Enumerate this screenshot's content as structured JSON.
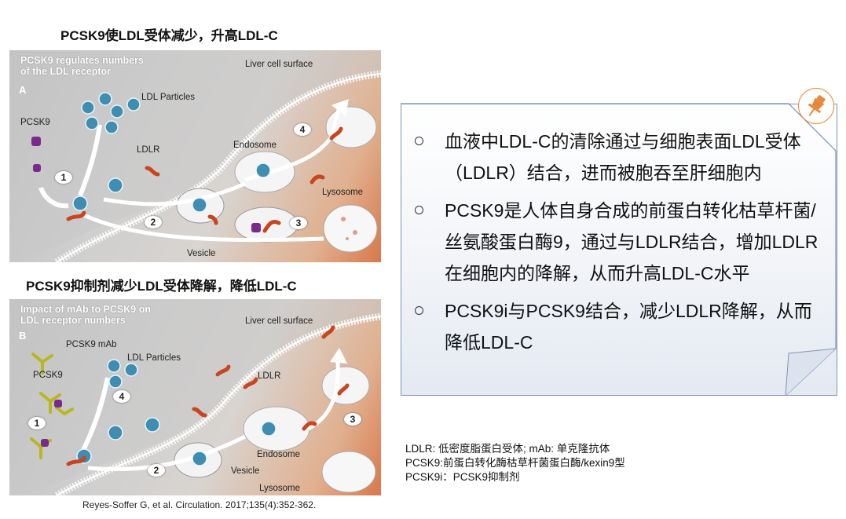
{
  "top_heading": "PCSK9使LDL受体减少，升高LDL-C",
  "bottom_heading": "PCSK9抑制剂减少LDL受体降解，降低LDL-C",
  "panel_a": {
    "title_line1": "PCSK9 regulates numbers",
    "title_line2": "of the LDL receptor",
    "letter": "A",
    "labels": {
      "liver_surface": "Liver cell surface",
      "ldl_particles": "LDL Particles",
      "pcsk9": "PCSK9",
      "ldlr": "LDLR",
      "endosome": "Endosome",
      "lysosome": "Lysosome",
      "vesicle": "Vesicle"
    },
    "steps": [
      "1",
      "2",
      "3",
      "4"
    ]
  },
  "panel_b": {
    "title_line1": "Impact of mAb to PCSK9 on",
    "title_line2": "LDL receptor numbers",
    "letter": "B",
    "labels": {
      "liver_surface": "Liver cell surface",
      "pcsk9_mab": "PCSK9 mAb",
      "ldl_particles": "LDL Particles",
      "pcsk9": "PCSK9",
      "ldlr": "LDLR",
      "endosome": "Endosome",
      "vesicle": "Vesicle",
      "lysosome": "Lysosome"
    },
    "steps": [
      "1",
      "2",
      "3",
      "4"
    ]
  },
  "citation": "Reyes-Soffer G, et al. Circulation. 2017;135(4):352-362.",
  "bullets": [
    "血液中LDL-C的清除通过与细胞表面LDL受体（LDLR）结合，进而被胞吞至肝细胞内",
    "PCSK9是人体自身合成的前蛋白转化枯草杆菌/丝氨酸蛋白酶9，通过与LDLR结合，增加LDLR在细胞内的降解，从而升高LDL-C水平",
    "PCSK9i与PCSK9结合，减少LDLR降解，从而降低LDL-C"
  ],
  "legend": [
    "LDLR: 低密度脂蛋白受体; mAb: 单克隆抗体",
    "PCSK9:前蛋白转化酶枯草杆菌蛋白酶/kexin9型",
    "PCSK9i：PCSK9抑制剂"
  ],
  "icons": {
    "pin": "pushpin-icon",
    "bullet": "circle-bullet-icon"
  },
  "colors": {
    "accent_orange": "#e8873a",
    "note_border": "#7f93b8",
    "receptor": "#c8451f",
    "pcsk9": "#7a2a8a",
    "mab": "#b8b81e"
  }
}
